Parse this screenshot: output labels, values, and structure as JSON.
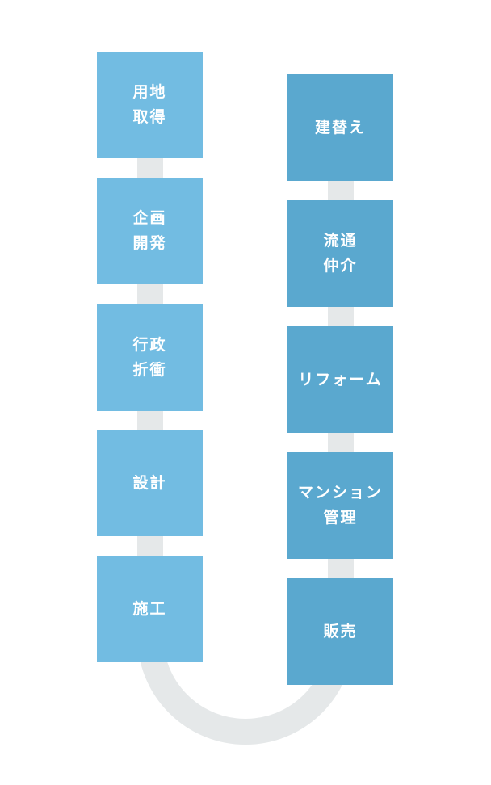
{
  "colors": {
    "left_box": "#72bce2",
    "right_box": "#5aa8cf",
    "track": "#e5e8e9",
    "text": "#ffffff"
  },
  "left_column": [
    {
      "label": "用地\n取得"
    },
    {
      "label": "企画\n開発"
    },
    {
      "label": "行政\n折衝"
    },
    {
      "label": "設計"
    },
    {
      "label": "施工"
    }
  ],
  "right_column": [
    {
      "label": "建替え"
    },
    {
      "label": "流通\n仲介"
    },
    {
      "label": "リフォーム"
    },
    {
      "label": "マンション\n管理"
    },
    {
      "label": "販売"
    }
  ]
}
